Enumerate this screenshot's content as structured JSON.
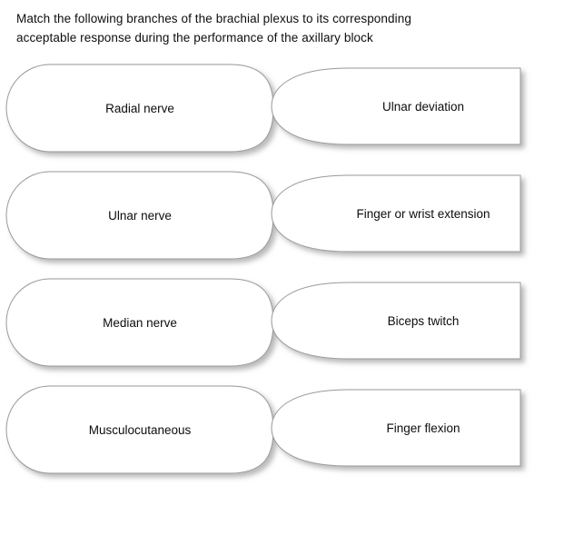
{
  "prompt": {
    "line1": "Match the following branches of the brachial plexus to its corresponding",
    "line2": "acceptable response during the performance of the axillary block"
  },
  "colors": {
    "page_background": "#ffffff",
    "shape_fill": "#ffffff",
    "shape_border": "#9a9a9a",
    "text": "#0d0d0d",
    "shadow": "#808080"
  },
  "rows": [
    {
      "term": "Radial nerve",
      "response": "Ulnar deviation"
    },
    {
      "term": "Ulnar nerve",
      "response": "Finger or wrist extension"
    },
    {
      "term": "Median nerve",
      "response": "Biceps twitch"
    },
    {
      "term": "Musculocutaneous",
      "response": "Finger flexion"
    }
  ]
}
